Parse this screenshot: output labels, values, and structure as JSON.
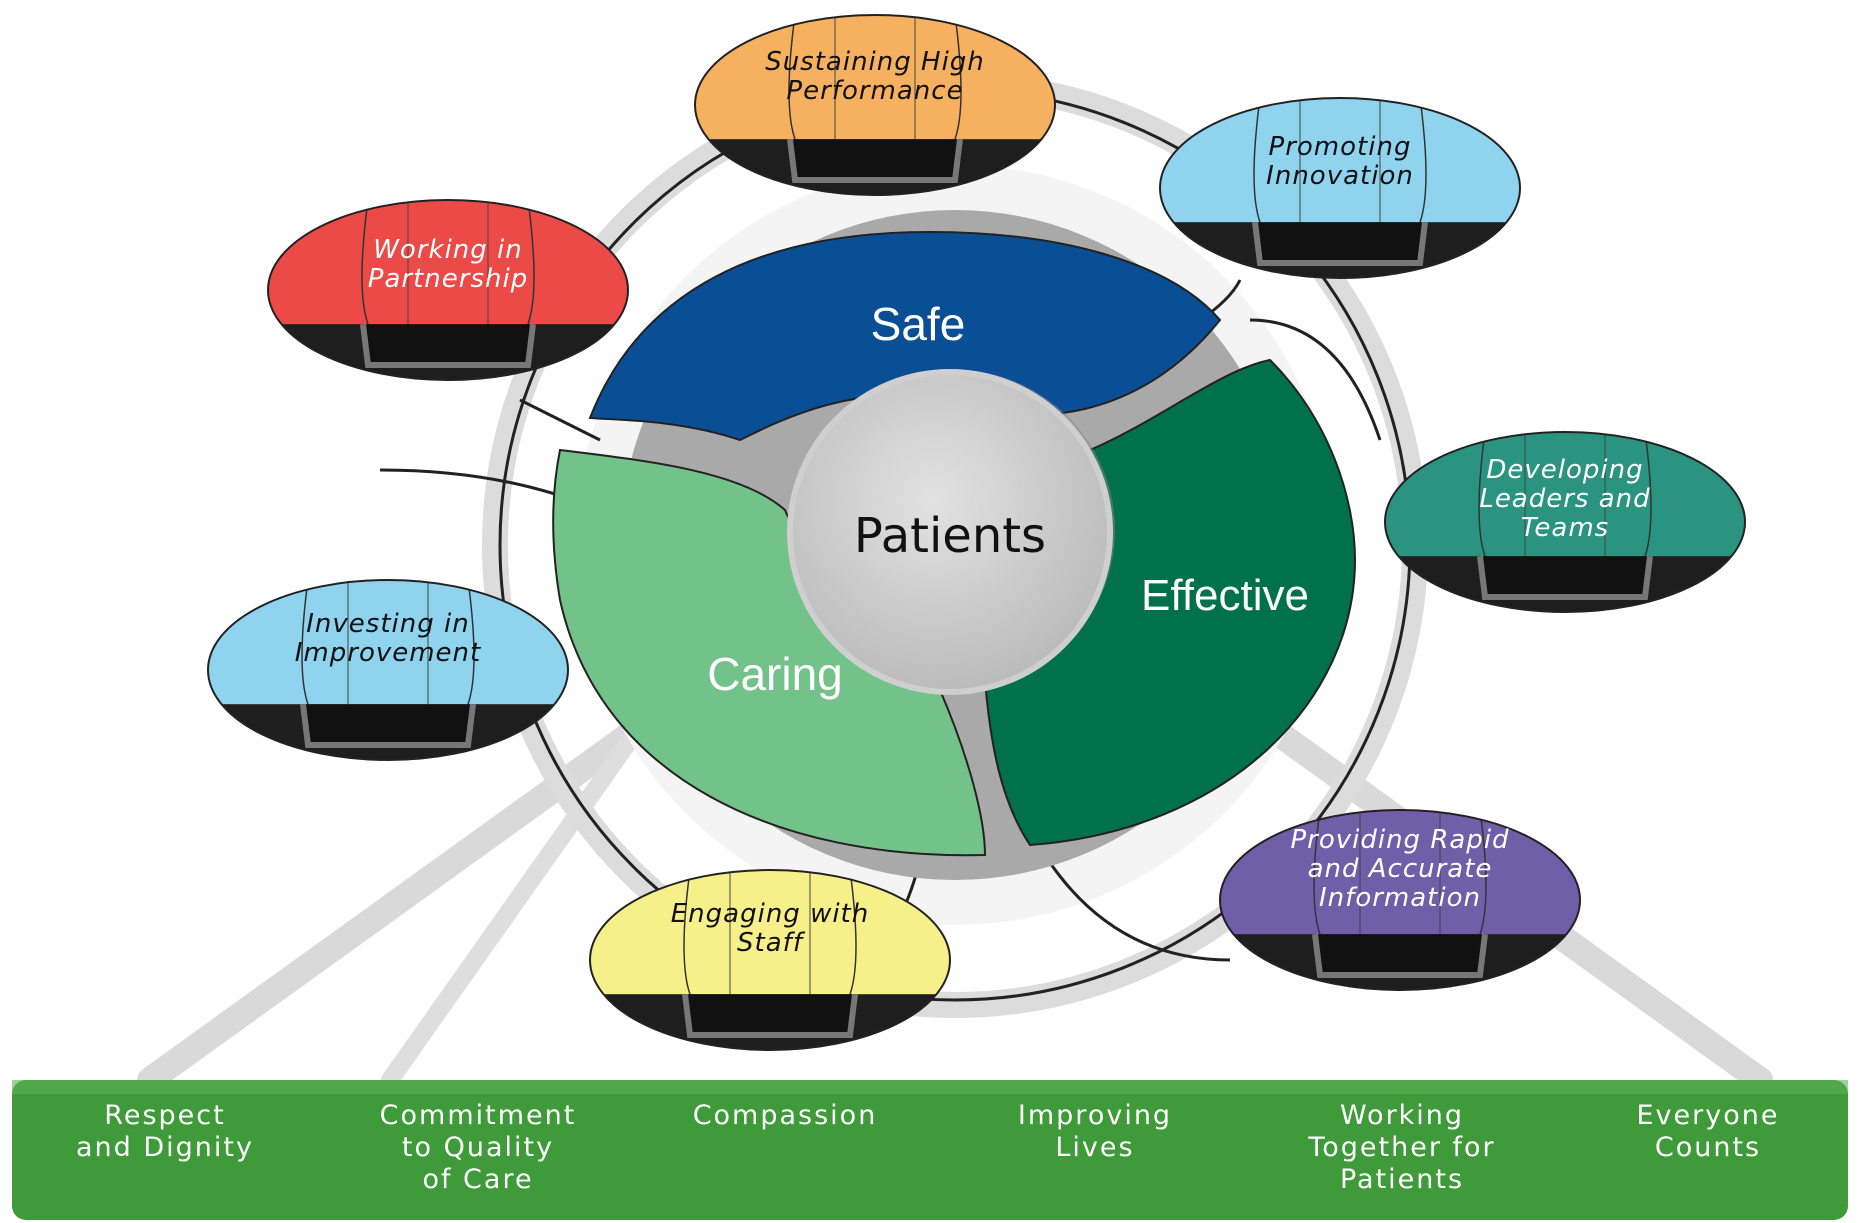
{
  "center": {
    "label": "Patients"
  },
  "segments": [
    {
      "id": "safe",
      "label": "Safe",
      "color": "#0a4f95"
    },
    {
      "id": "effective",
      "label": "Effective",
      "color": "#00714b"
    },
    {
      "id": "caring",
      "label": "Caring",
      "color": "#72c28a"
    }
  ],
  "objectives": [
    {
      "id": "sustaining-high-performance",
      "lines": [
        "Sustaining High",
        "Performance"
      ],
      "color": "#f5b060"
    },
    {
      "id": "promoting-innovation",
      "lines": [
        "Promoting",
        "Innovation"
      ],
      "color": "#8fd3ef"
    },
    {
      "id": "working-in-partnership",
      "lines": [
        "Working in",
        "Partnership"
      ],
      "color": "#eb4a46"
    },
    {
      "id": "developing-leaders-and-teams",
      "lines": [
        "Developing",
        "Leaders and",
        "Teams"
      ],
      "color": "#2a9480"
    },
    {
      "id": "investing-in-improvement",
      "lines": [
        "Investing in",
        "Improvement"
      ],
      "color": "#8fd3ef"
    },
    {
      "id": "providing-rapid-and-accurate-information",
      "lines": [
        "Providing Rapid",
        "and Accurate",
        "Information"
      ],
      "color": "#6d5fa8"
    },
    {
      "id": "engaging-with-staff",
      "lines": [
        "Engaging with",
        "Staff"
      ],
      "color": "#f7ef8a"
    }
  ],
  "values_bar": {
    "color": "#3f9a39",
    "values": [
      {
        "text": "Respect\nand Dignity"
      },
      {
        "text": "Commitment\nto Quality\nof Care"
      },
      {
        "text": "Compassion"
      },
      {
        "text": "Improving\nLives"
      },
      {
        "text": "Working\nTogether for\nPatients"
      },
      {
        "text": "Everyone\nCounts"
      }
    ]
  }
}
